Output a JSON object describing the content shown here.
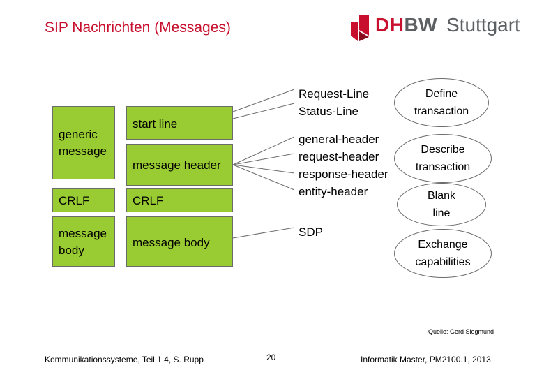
{
  "header": {
    "title": "SIP Nachrichten (Messages)",
    "logo": {
      "part1": "DH",
      "part2": "BW",
      "city": "Stuttgart",
      "accent": "#c8102e",
      "gray": "#5d6063"
    }
  },
  "left_column": {
    "generic_message": "generic\nmessage",
    "crlf": "CRLF",
    "message_body": "message\nbody"
  },
  "middle_column": {
    "start_line": "start line",
    "message_header": "message header",
    "crlf": "CRLF",
    "message_body": "message body"
  },
  "right_text": {
    "start_line_types": "Request-Line\nStatus-Line",
    "header_types": "general-header\nrequest-header\nresponse-header\nentity-header",
    "body_type": "SDP"
  },
  "annotations": {
    "define": "Define\ntransaction",
    "describe": "Describe\ntransaction",
    "blank": "Blank\nline",
    "exchange": "Exchange\ncapabilities"
  },
  "footer": {
    "source": "Quelle: Gerd Siegmund",
    "left": "Kommunikationssysteme, Teil 1.4, S. Rupp",
    "page": "20",
    "right": "Informatik Master, PM2100.1, 2013"
  },
  "colors": {
    "box_fill": "#99cc33",
    "title": "#c8102e"
  }
}
